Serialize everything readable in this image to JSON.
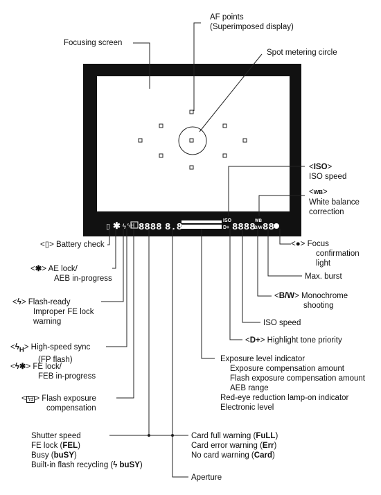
{
  "labels": {
    "af_points": [
      "AF points",
      "(Superimposed display)"
    ],
    "focusing_screen": "Focusing screen",
    "spot_metering": "Spot metering circle",
    "iso_icon": "ISO",
    "iso_speed_top": "ISO speed",
    "wb_icon": "WB",
    "wb_corr": [
      "White balance",
      "correction"
    ],
    "focus_conf": [
      "Focus",
      "confirmation",
      "light"
    ],
    "battery": "Battery check",
    "ae_lock": [
      "AE lock/",
      "AEB in-progress"
    ],
    "flash_ready": [
      "Flash-ready",
      "Improper FE lock",
      "warning"
    ],
    "hs_sync": [
      "High-speed sync",
      "(FP flash)"
    ],
    "fe_lock": [
      "FE lock/",
      "FEB in-progress"
    ],
    "flash_exp": [
      "Flash exposure",
      "compensation"
    ],
    "max_burst": "Max. burst",
    "bw_icon": "B/W",
    "monochrome": [
      "Monochrome",
      "shooting"
    ],
    "iso_speed": "ISO speed",
    "d_icon": "D+",
    "highlight": "Highlight tone priority",
    "exp_level": [
      "Exposure level indicator",
      "Exposure compensation amount",
      "Flash exposure compensation amount",
      "AEB range",
      "Red-eye reduction lamp-on indicator",
      "Electronic level"
    ],
    "shutter": [
      "Shutter speed",
      "FE lock (",
      "FEL",
      ")",
      "Busy (",
      "buSY",
      ")",
      "Built-in flash recycling (",
      "buSY",
      ")"
    ],
    "card": [
      "Card full warning (",
      "FuLL",
      ")",
      "Card error warning (",
      "Err",
      ")",
      "No card warning (",
      "Card",
      ")"
    ],
    "aperture": "Aperture"
  },
  "lcd": {
    "shutter_digits": "8888",
    "aperture_digits": "8.8",
    "iso_digits": "8888",
    "burst_digits": "88",
    "iso_tag": "ISO",
    "d_tag": "D+",
    "wb_tag": "WB",
    "bw_tag": "B/W"
  },
  "colors": {
    "ink": "#111111",
    "lcd_bg": "#111111",
    "lcd_fg": "#ffffff",
    "screen_border": "#222222"
  }
}
